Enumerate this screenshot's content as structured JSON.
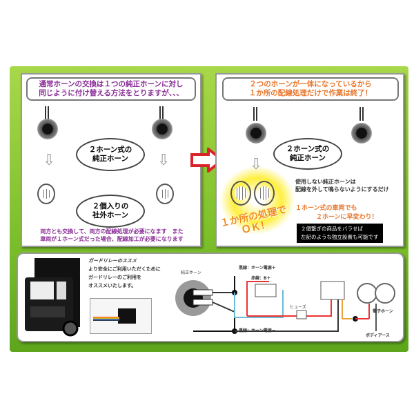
{
  "left_panel": {
    "headline": [
      "通常ホーンの交換は１つの純正ホーンに対し",
      "同じように付け替える方法をとりますが、、、"
    ],
    "bubble_oem": [
      "２ホーン式の",
      "純正ホーン"
    ],
    "bubble_aftermarket": [
      "２個入りの",
      "社外ホーン"
    ],
    "footer": [
      "両方とも交換して、両方の配線処理が必要になます　また",
      "車両が１ホーン式だった場合、配線加工が必要になります"
    ]
  },
  "right_panel": {
    "headline": [
      "２つのホーンが一体になっているから",
      "１か所の配線処理だけで作業は終了！"
    ],
    "bubble_oem": [
      "２ホーン式の",
      "純正ホーン"
    ],
    "note": [
      "使用しない純正ホーンは",
      "配線を外して鳴らないようにするだけ"
    ],
    "orange_note": [
      "１ホーン式の車両でも",
      "２ホーンに早変わり！"
    ],
    "black_note": [
      "２個繋ぎの商品をバラせば",
      "左記のような独立設置も可能です"
    ],
    "ok_text": [
      "１か所の処理で",
      "ＯＫ！"
    ]
  },
  "bottom_panel": {
    "relay_title": "ガードリレーのススメ",
    "relay_text": [
      "より安全にご利用いただくために",
      "ガードリレーのご利用を",
      "オススメいたします。"
    ],
    "wiring_labels": {
      "oem_horn": "純正ホーン",
      "power_plus": "黒線：ホーン電源＋",
      "power_minus": "黒線：ホーン電源－",
      "battery": "赤線：B＋",
      "fuse": "ヒューズ",
      "body_earth": "ボディアース",
      "electronic_horn": "電子ホーン"
    }
  },
  "colors": {
    "green": "#7cbf2a",
    "purple": "#8a2d96",
    "orange": "#e8752a",
    "red_arrow": "#d8232a"
  }
}
